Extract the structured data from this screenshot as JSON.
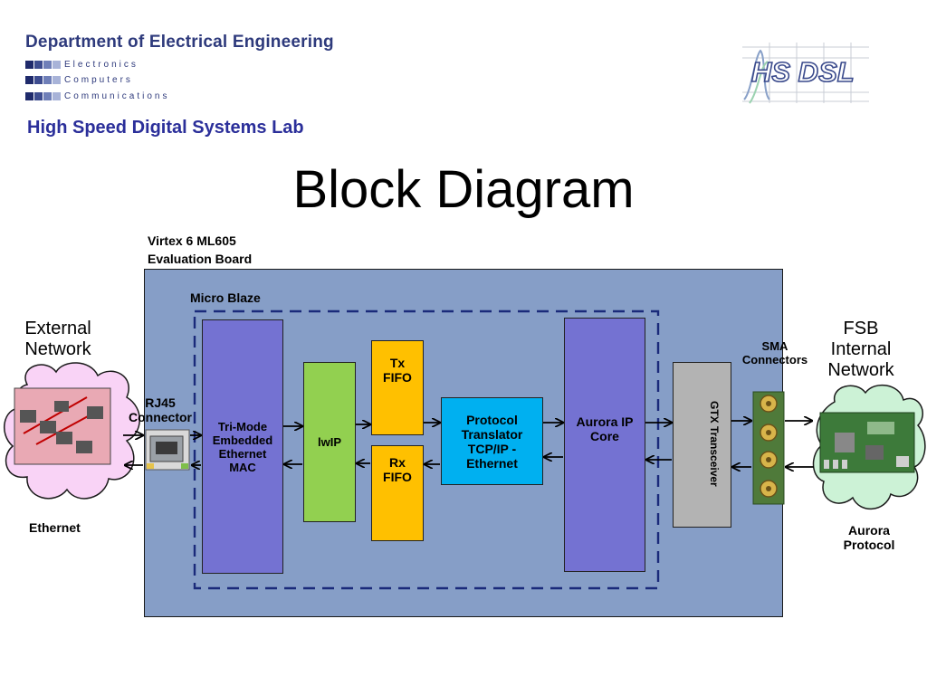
{
  "header": {
    "department": "Department of Electrical Engineering",
    "subtitles": [
      "Electronics",
      "Computers",
      "Communications"
    ],
    "lab_name": "High Speed Digital Systems Lab",
    "logo_text": "HS DSL"
  },
  "slide": {
    "title": "Block Diagram"
  },
  "diagram": {
    "board_label_line1": "Virtex 6 ML605",
    "board_label_line2": "Evaluation Board",
    "microblaze_label": "Micro Blaze",
    "external_network": [
      "External",
      "Network"
    ],
    "ethernet_label": "Ethernet",
    "rj45_label": [
      "RJ45",
      "Connector"
    ],
    "mac_block": [
      "Tri-Mode",
      "Embedded",
      "Ethernet",
      "MAC"
    ],
    "lwip_block": "lwIP",
    "tx_fifo": [
      "Tx",
      "FIFO"
    ],
    "rx_fifo": [
      "Rx",
      "FIFO"
    ],
    "protocol_block": [
      "Protocol",
      "Translator",
      "TCP/IP -",
      "Ethernet"
    ],
    "aurora_block": [
      "Aurora IP",
      "Core"
    ],
    "gtx_block": [
      "GTX",
      "Transceiver"
    ],
    "sma_label": [
      "SMA",
      "Connectors"
    ],
    "fsb_network": [
      "FSB",
      "Internal",
      "Network"
    ],
    "aurora_protocol": [
      "Aurora",
      "Protocol"
    ],
    "colors": {
      "board_fill": "#869ec7",
      "mac_fill": "#7472d2",
      "lwip_fill": "#92d050",
      "fifo_fill": "#ffc000",
      "protocol_fill": "#00b0f0",
      "aurora_fill": "#7472d2",
      "gtx_fill": "#b3b3b3",
      "header_text": "#2e3a7c"
    }
  }
}
